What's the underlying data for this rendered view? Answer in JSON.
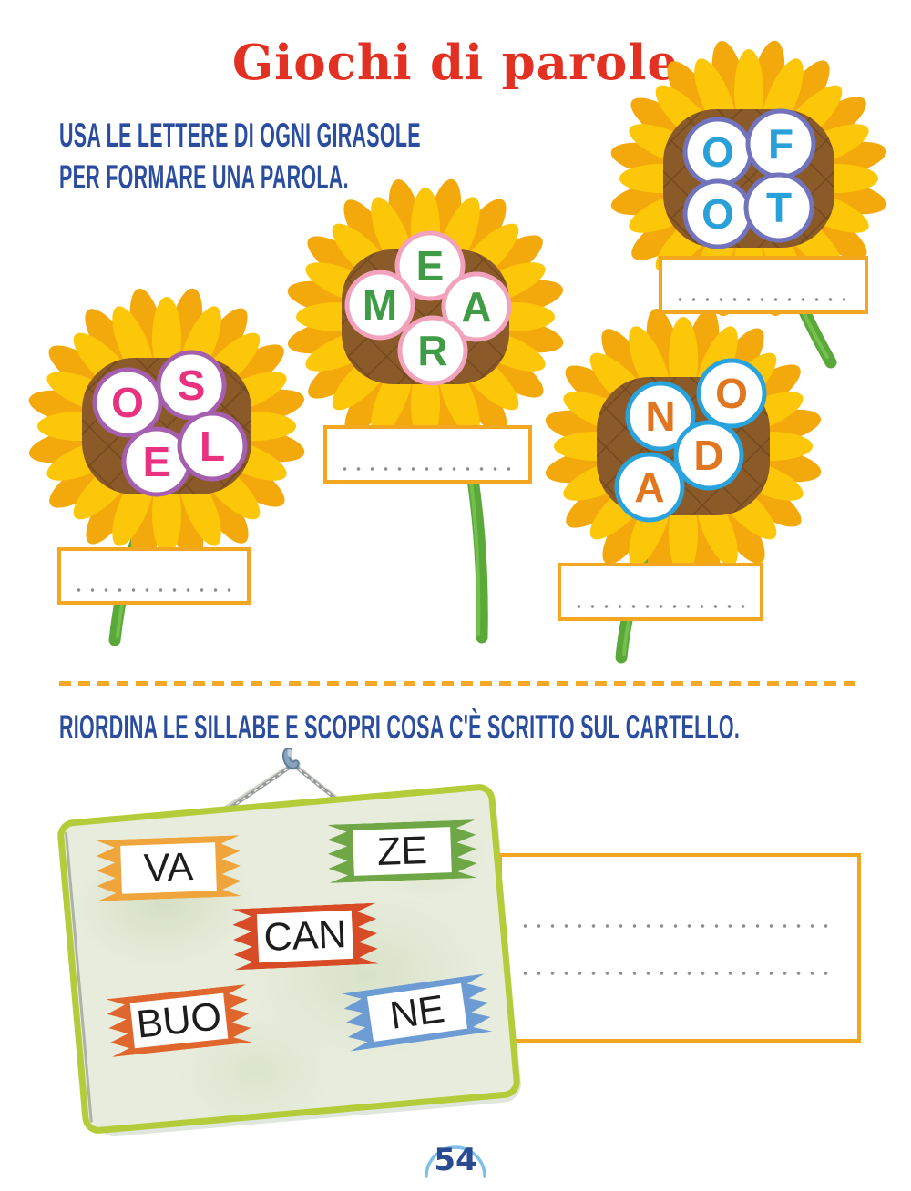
{
  "page": {
    "title": "Giochi di parole",
    "page_number": "54"
  },
  "instructions": {
    "first_line1": "USA LE LETTERE DI OGNI GIRASOLE",
    "first_line2": "PER FORMARE UNA PAROLA.",
    "second": "RIORDINA LE SILLABE E SCOPRI COSA C'È SCRITTO SUL CARTELLO."
  },
  "flowers": [
    {
      "name": "sunflower-top-right",
      "letters": [
        "O",
        "F",
        "O",
        "T"
      ],
      "letter_color": "#2aa0d8",
      "ring_color": "#7173bd",
      "answer": ""
    },
    {
      "name": "sunflower-middle",
      "letters": [
        "E",
        "M",
        "A",
        "R"
      ],
      "letter_color": "#3f9b45",
      "ring_color": "#f2a2bd",
      "answer": ""
    },
    {
      "name": "sunflower-left",
      "letters": [
        "O",
        "S",
        "E",
        "L"
      ],
      "letter_color": "#e83280",
      "ring_color": "#a55fae",
      "answer": ""
    },
    {
      "name": "sunflower-right",
      "letters": [
        "N",
        "O",
        "A",
        "D"
      ],
      "letter_color": "#e0761f",
      "ring_color": "#29a3dd",
      "answer": ""
    }
  ],
  "sign": {
    "syllables": [
      {
        "label": "VA",
        "color": "#efa43c"
      },
      {
        "label": "ZE",
        "color": "#6fa746"
      },
      {
        "label": "CAN",
        "color": "#d84b27"
      },
      {
        "label": "BUO",
        "color": "#df672d"
      },
      {
        "label": "NE",
        "color": "#6d9cd5"
      }
    ],
    "answer_lines": [
      "",
      ""
    ]
  },
  "colors": {
    "title_red": "#e23122",
    "text_blue": "#2b4da0",
    "accent_orange": "#f3a61f",
    "board_green": "#b4cb3a",
    "petal_yellow": "#fcc609",
    "petal_dark": "#f3a90b",
    "flower_center_brown": "#8a5a28",
    "stem_green": "#5aa838",
    "badge_arc_blue": "#7fc0ea"
  }
}
